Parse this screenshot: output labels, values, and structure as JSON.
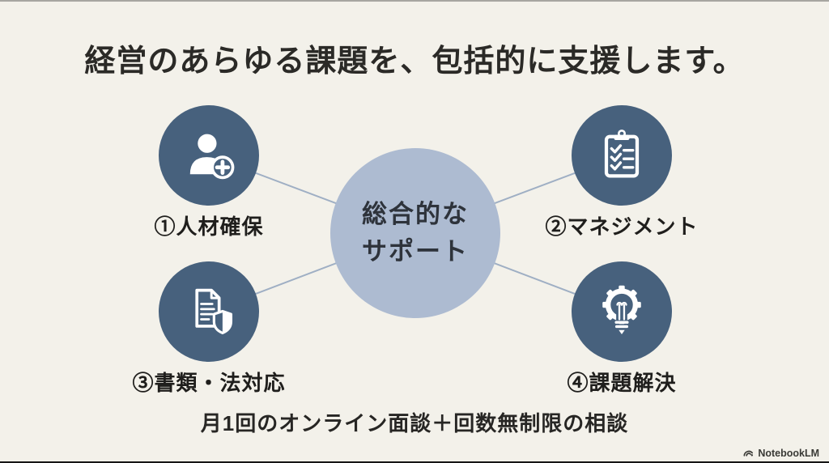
{
  "page": {
    "background": "#f3f1ea",
    "frame_edge_color": "#161616"
  },
  "title": {
    "text": "経営のあらゆる課題を、包括的に支援します。",
    "color": "#2b2a27"
  },
  "center_node": {
    "line1": "総合的な",
    "line2": "サポート",
    "fill": "#adbbd1",
    "text_color": "#2e333b"
  },
  "nodes": [
    {
      "label": "①人材確保",
      "icon": "person-plus-icon"
    },
    {
      "label": "②マネジメント",
      "icon": "clipboard-checklist-icon"
    },
    {
      "label": "③書類・法対応",
      "icon": "document-shield-icon"
    },
    {
      "label": "④課題解決",
      "icon": "gear-lightbulb-icon"
    }
  ],
  "node_style": {
    "circle_fill": "#47617d",
    "icon_color": "#ffffff",
    "connector_color": "#9fafc4"
  },
  "footer": {
    "note": "月1回のオンライン面談＋回数無制限の相談"
  },
  "watermark": {
    "label": "NotebookLM",
    "color": "#3a3a36"
  }
}
